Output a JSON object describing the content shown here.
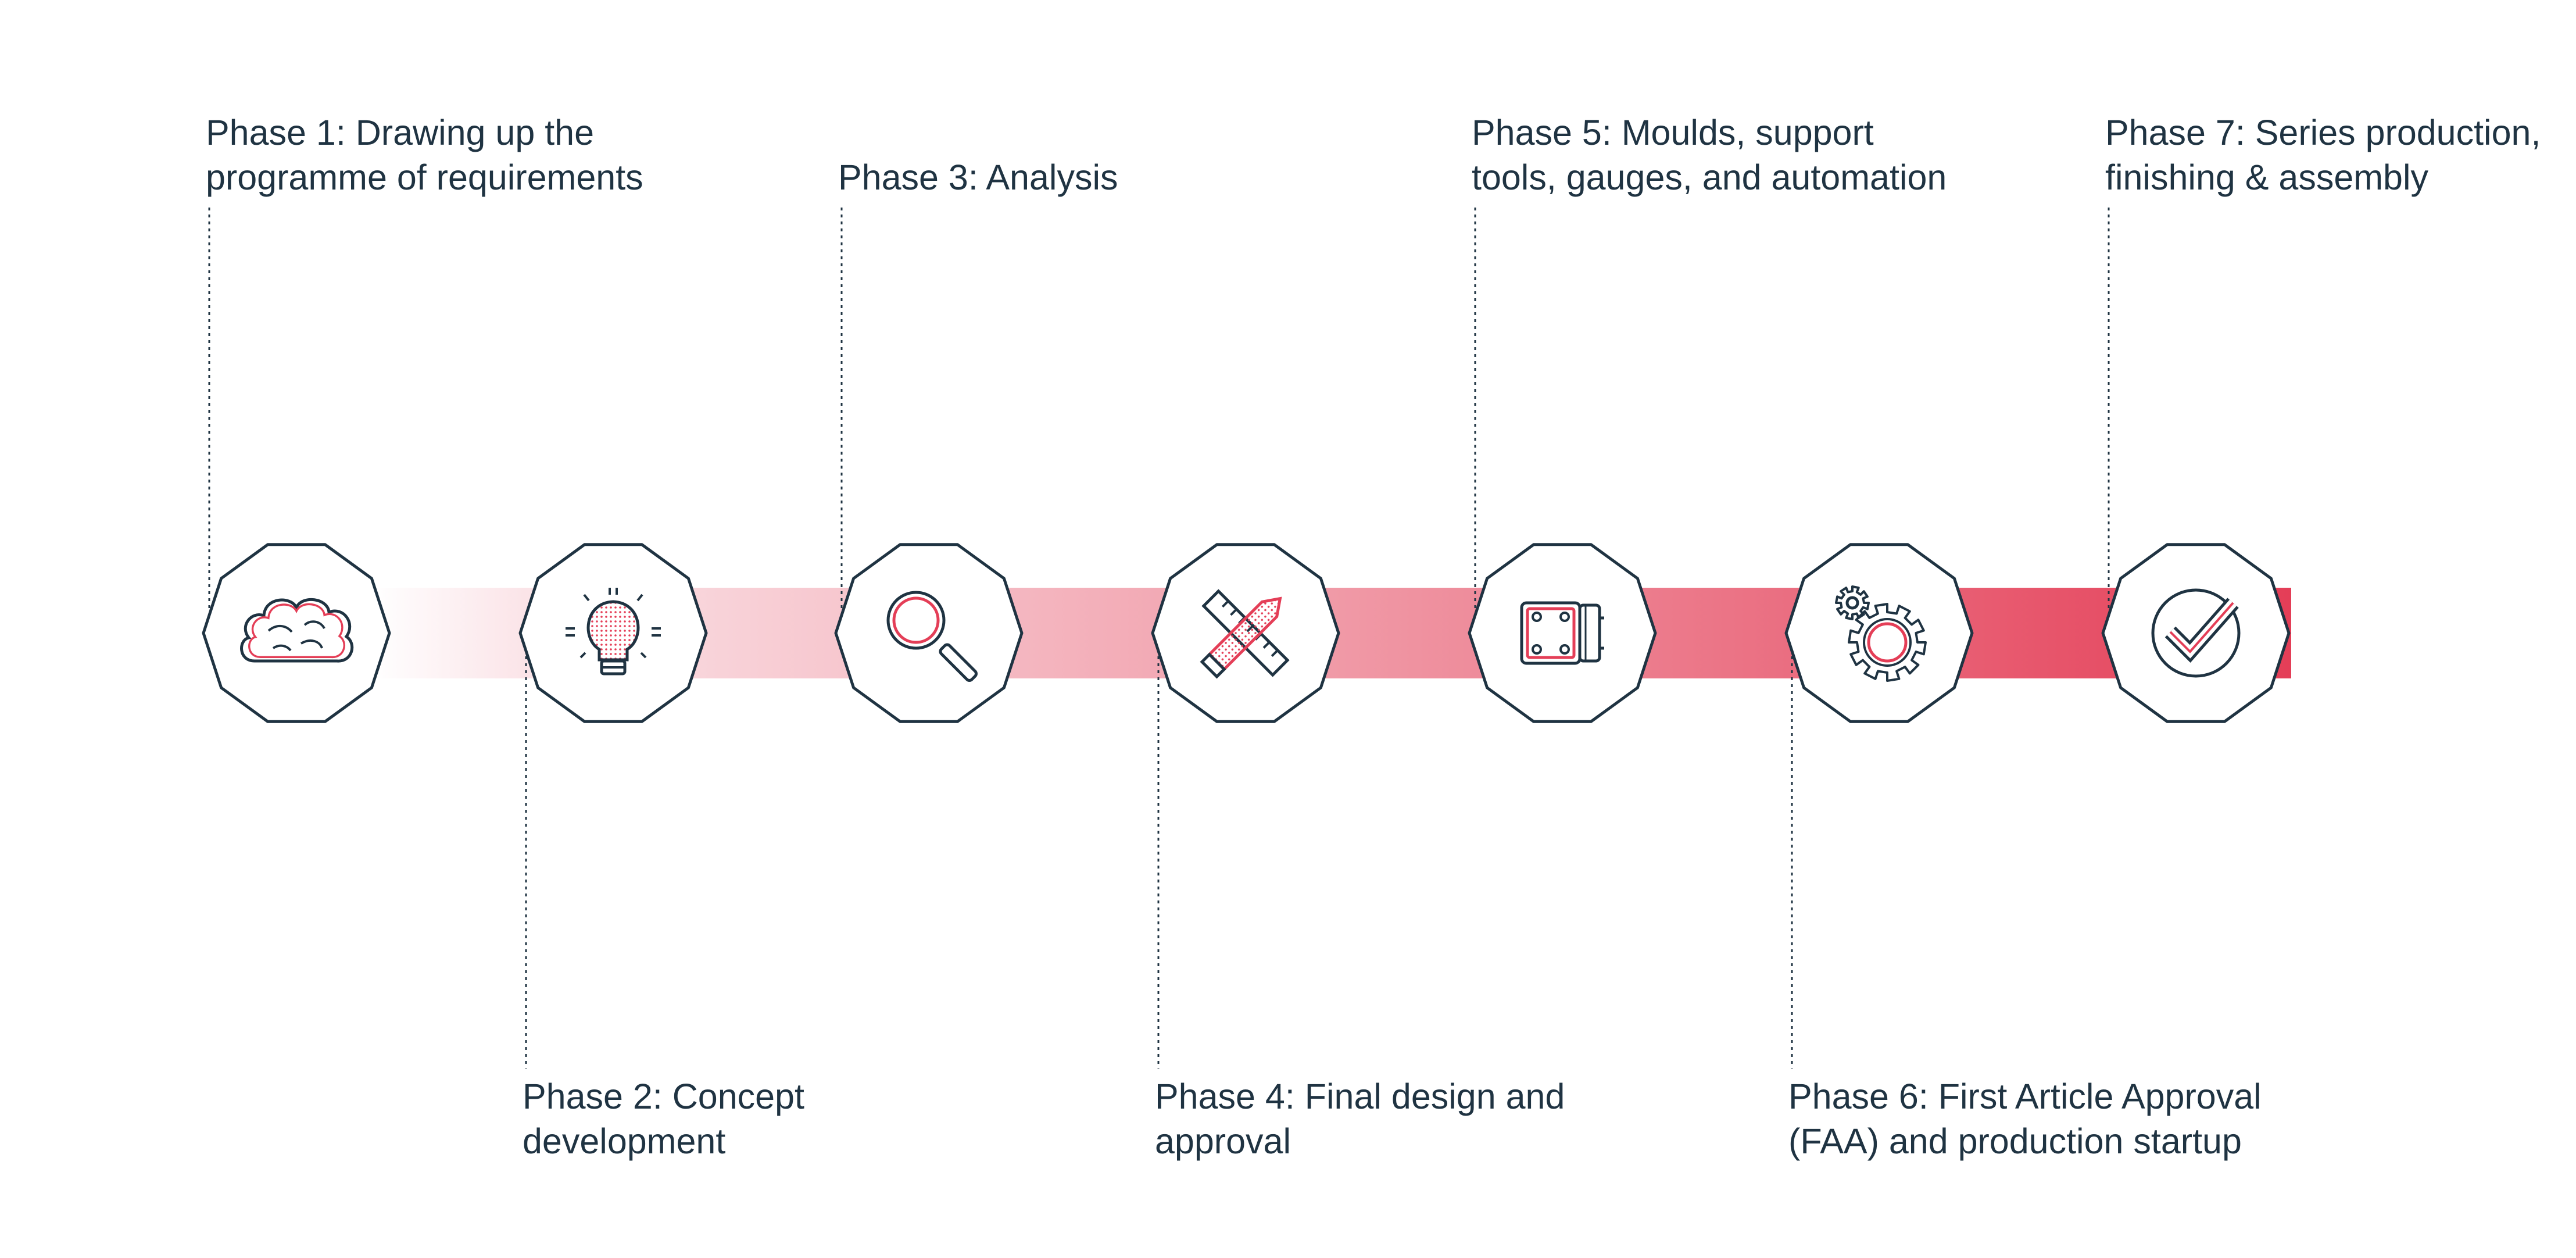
{
  "colors": {
    "ink": "#1f3342",
    "accent": "#e43e57",
    "node_fill": "#ffffff",
    "band_start": "#ffffff",
    "band_end": "#e43e57"
  },
  "phases": [
    {
      "number": 1,
      "lines": [
        "Phase 1: Drawing up the",
        "programme of requirements"
      ],
      "label_side": "top",
      "icon": "brain-icon"
    },
    {
      "number": 2,
      "lines": [
        "Phase 2: Concept",
        "development"
      ],
      "label_side": "bottom",
      "icon": "lightbulb-icon"
    },
    {
      "number": 3,
      "lines": [
        "Phase 3: Analysis"
      ],
      "label_side": "top",
      "icon": "magnifier-icon"
    },
    {
      "number": 4,
      "lines": [
        "Phase 4: Final design and",
        "approval"
      ],
      "label_side": "bottom",
      "icon": "pencil-ruler-icon"
    },
    {
      "number": 5,
      "lines": [
        "Phase 5: Moulds, support",
        "tools, gauges, and automation"
      ],
      "label_side": "top",
      "icon": "mould-tool-icon"
    },
    {
      "number": 6,
      "lines": [
        "Phase 6: First Article Approval",
        "(FAA) and production startup"
      ],
      "label_side": "bottom",
      "icon": "gears-icon"
    },
    {
      "number": 7,
      "lines": [
        "Phase 7: Series production,",
        "finishing & assembly"
      ],
      "label_side": "top",
      "icon": "checkmark-icon"
    }
  ]
}
